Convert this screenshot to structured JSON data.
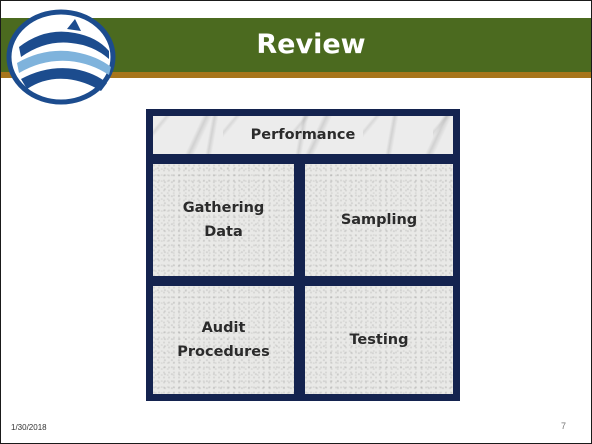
{
  "slide": {
    "title": "Review",
    "logo": {
      "icon": "wave-flag-logo-icon",
      "colors": {
        "blue": "#1c4c8e",
        "light_blue": "#7fb3dc"
      }
    },
    "colors": {
      "title_bar": "#4b6a1f",
      "title_underline": "#a7751b",
      "grid_frame": "#14234f"
    },
    "grid": {
      "header": "Performance",
      "cells": [
        {
          "lines": [
            "Gathering",
            "Data"
          ]
        },
        {
          "lines": [
            "Sampling"
          ]
        },
        {
          "lines": [
            "Audit",
            "Procedures"
          ]
        },
        {
          "lines": [
            "Testing"
          ]
        }
      ]
    },
    "footer": {
      "date": "1/30/2018",
      "page_number": "7"
    }
  }
}
